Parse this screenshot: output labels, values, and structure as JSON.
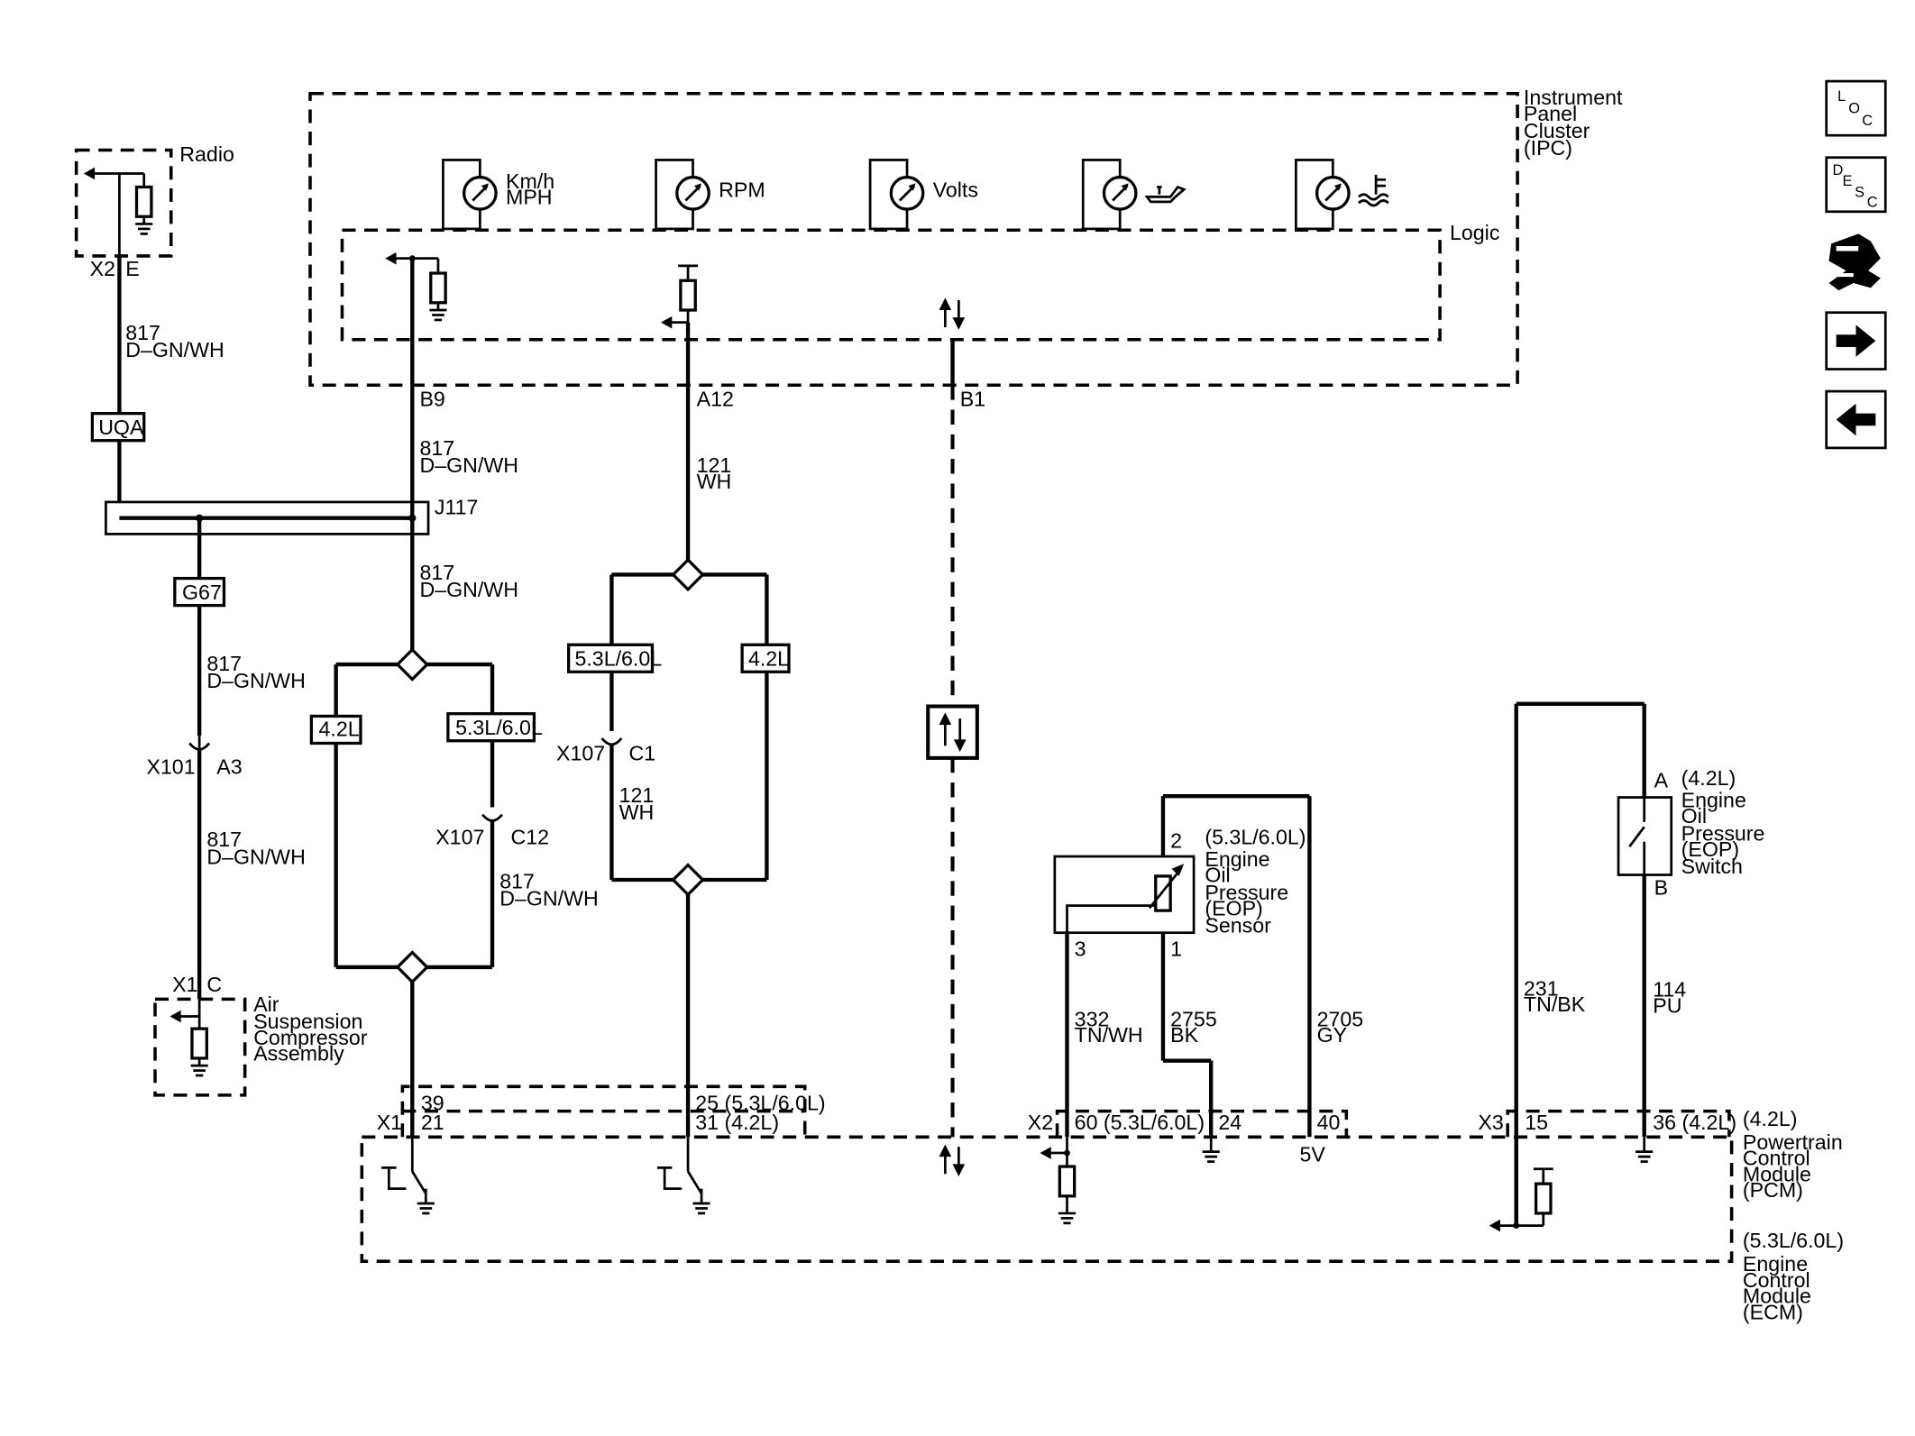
{
  "nav_icons": [
    "loc-icon",
    "desc-icon",
    "connector-icon",
    "next-arrow-icon",
    "prev-arrow-icon"
  ],
  "loc": {
    "L": "L",
    "O": "O",
    "C": "C"
  },
  "desc": {
    "D": "D",
    "E": "E",
    "S": "S",
    "C": "C"
  },
  "radio": {
    "label": "Radio",
    "connector": "X2",
    "pin": "E"
  },
  "wire_817": {
    "num": "817",
    "color": "D–GN/WH",
    "num2": "817",
    "color2": "D–GN/WH",
    "num3": "817",
    "color3": "D–GN/WH",
    "num4": "817",
    "color4": "D–GN/WH",
    "num5": "817",
    "color5": "D–GN/WH",
    "num6": "817",
    "color6": "D–GN/WH"
  },
  "splices": {
    "uqa": "UQA",
    "g67": "G67",
    "j117": "J117"
  },
  "x101": {
    "conn": "X101",
    "pin": "A3"
  },
  "air_susp": {
    "conn": "X1",
    "pin": "C",
    "l1": "Air",
    "l2": "Suspension",
    "l3": "Compressor",
    "l4": "Assembly"
  },
  "ipc": {
    "l1": "Instrument",
    "l2": "Panel",
    "l3": "Cluster",
    "l4": "(IPC)",
    "logic": "Logic"
  },
  "gauges": {
    "speed1": "Km/h",
    "speed2": "MPH",
    "rpm": "RPM",
    "volts": "Volts"
  },
  "ipc_pins": {
    "b9": "B9",
    "a12": "A12",
    "b1": "B1"
  },
  "engine_opts": {
    "a": "4.2L",
    "b": "5.3L/6.0L",
    "c": "5.3L/6.0L",
    "d": "4.2L"
  },
  "x107": {
    "conn1": "X107",
    "pin1": "C12",
    "conn2": "X107",
    "pin2": "C1"
  },
  "wire_121": {
    "num": "121",
    "color": "WH",
    "num2": "121",
    "color2": "WH"
  },
  "eop_sensor": {
    "opt": "(5.3L/6.0L)",
    "l1": "Engine",
    "l2": "Oil",
    "l3": "Pressure",
    "l4": "(EOP)",
    "l5": "Sensor",
    "p2": "2",
    "p3": "3",
    "p1": "1"
  },
  "eop_switch": {
    "opt": "(4.2L)",
    "l1": "Engine",
    "l2": "Oil",
    "l3": "Pressure",
    "l4": "(EOP)",
    "l5": "Switch",
    "pa": "A",
    "pb": "B"
  },
  "wires": {
    "w332": "332",
    "c332": "TN/WH",
    "w2755": "2755",
    "c2755": "BK",
    "w2705": "2705",
    "c2705": "GY",
    "w231": "231",
    "c231": "TN/BK",
    "w114": "114",
    "c114": "PU"
  },
  "pcm_pins": {
    "x1": "X1",
    "p39": "39",
    "p21": "21",
    "p25": "25 (5.3L/6.0L)",
    "p31": "31 (4.2L)",
    "x2": "X2",
    "p60": "60 (5.3L/6.0L)",
    "p24": "24",
    "p40": "40",
    "v5": "5V",
    "x3": "X3",
    "p15": "15",
    "p36": "36 (4.2L)"
  },
  "pcm": {
    "opt1": "(4.2L)",
    "l1": "Powertrain",
    "l2": "Control",
    "l3": "Module",
    "l4": "(PCM)",
    "opt2": "(5.3L/6.0L)",
    "e1": "Engine",
    "e2": "Control",
    "e3": "Module",
    "e4": "(ECM)"
  }
}
